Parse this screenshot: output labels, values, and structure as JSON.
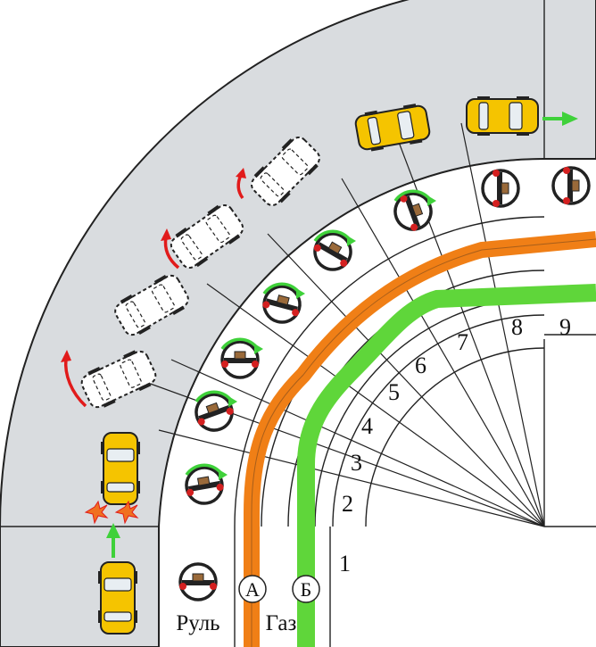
{
  "colors": {
    "road": "#d9dcdf",
    "road_edge": "#222222",
    "line_a": "#f07f16",
    "line_b": "#5fd63a",
    "arrow_red": "#e11b1b",
    "arrow_green": "#3fd13a",
    "car_body": "#f5c400",
    "car_outline": "#222222",
    "wheel_rim": "#222222",
    "wheel_dot": "#d42020",
    "hub": "#9a6a3a"
  },
  "labels": {
    "steering": "Руль",
    "throttle": "Газ",
    "line_a": "А",
    "line_b": "Б"
  },
  "segments": [
    "1",
    "2",
    "3",
    "4",
    "5",
    "6",
    "7",
    "8",
    "9"
  ],
  "icons": {
    "car": "car-top-view-icon",
    "car_ghost": "car-outline-icon",
    "wheel": "steering-wheel-icon",
    "arrow_rotate": "curved-arrow-icon",
    "arrow_straight": "straight-arrow-icon",
    "skid": "skid-spark-icon"
  }
}
